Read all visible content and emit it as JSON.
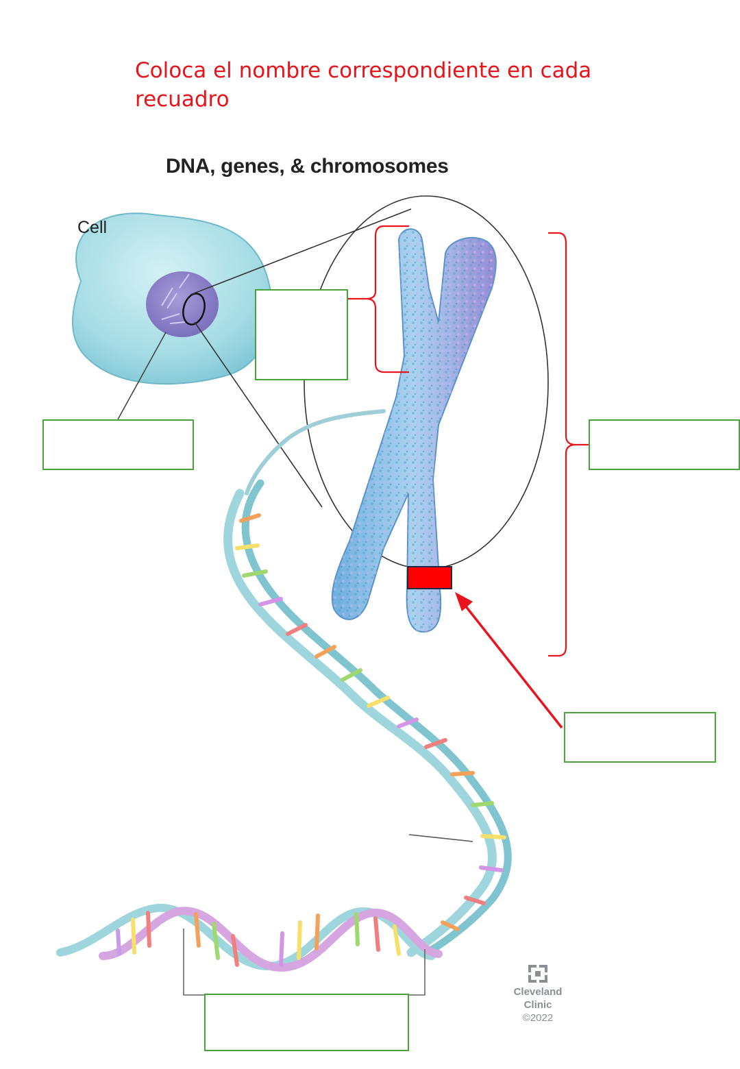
{
  "instruction": {
    "line1": "Coloca el nombre correspondiente en cada",
    "line2": "recuadro"
  },
  "diagram": {
    "title": "DNA, genes, & chromosomes",
    "cell_label": "Cell"
  },
  "credit": {
    "org_line1": "Cleveland",
    "org_line2": "Clinic",
    "year": "©2022"
  },
  "colors": {
    "instruction_text": "#e8131b",
    "answer_box_border": "#4aa23a",
    "bracket": "#e8131b",
    "marker_fill": "#ff0000",
    "cell_fill": "#a9dfe7",
    "nucleus_fill": "#8d82c9",
    "chromosome_fill": "#8fbfe6",
    "dna_backbone": "#a8dde3",
    "dna_backbone_highlight": "#d6a6e0"
  },
  "answer_boxes": [
    {
      "id": "nucleus",
      "value": ""
    },
    {
      "id": "chromatid",
      "value": ""
    },
    {
      "id": "chromosome",
      "value": ""
    },
    {
      "id": "centromere",
      "value": ""
    },
    {
      "id": "gene",
      "value": ""
    }
  ]
}
